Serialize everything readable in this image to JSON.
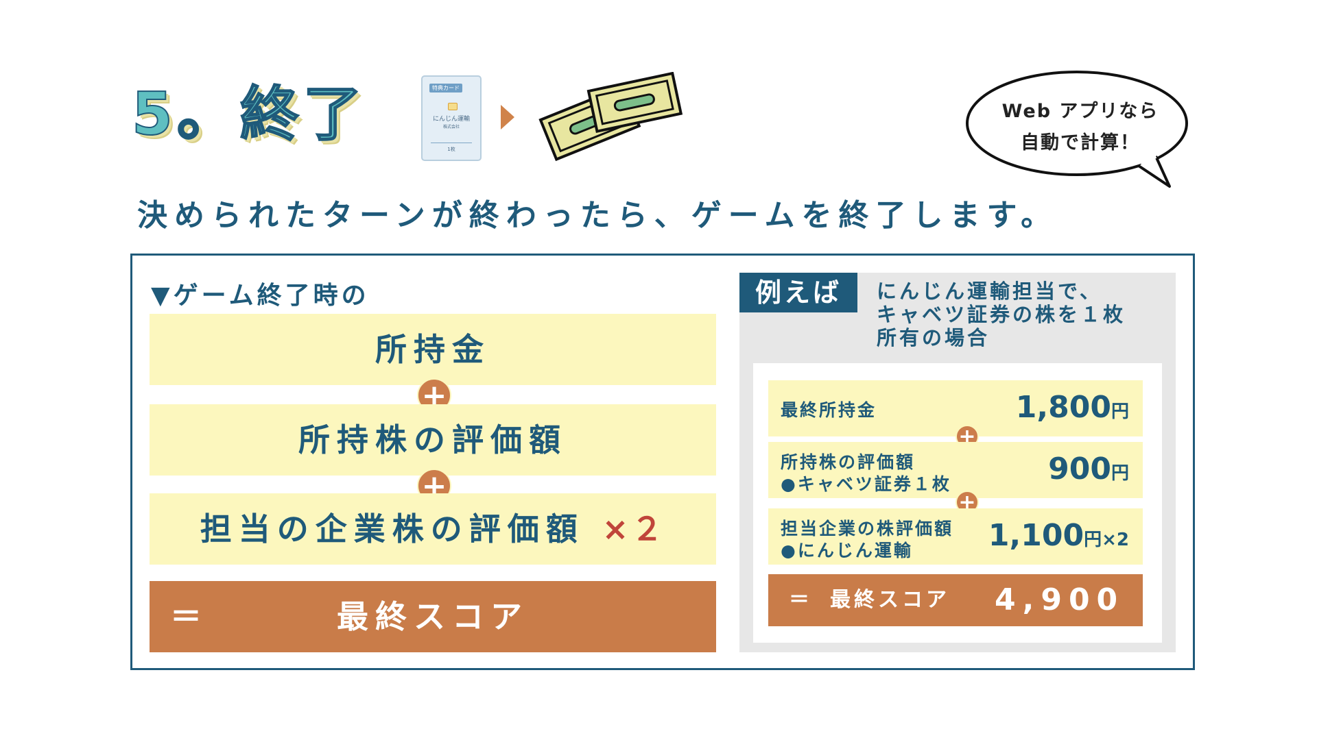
{
  "title": "5。終了",
  "card": {
    "header": "特典カード",
    "company": "にんじん運輸",
    "company_sub": "株式会社",
    "count": "1枚"
  },
  "bubble": {
    "line1": "Web アプリなら",
    "line2": "自動で計算！"
  },
  "subtitle": "決められたターンが終わったら、ゲームを終了します。",
  "formula": {
    "heading": "▼ゲーム終了時の",
    "items": [
      "所持金",
      "所持株の評価額",
      "担当の企業株の評価額"
    ],
    "multiplier": "×２",
    "plus": "+",
    "equals": "＝",
    "result": "最終スコア"
  },
  "example": {
    "tag": "例えば",
    "desc": [
      "にんじん運輸担当で、",
      "キャベツ証券の株を１枚",
      "所有の場合"
    ],
    "rows": [
      {
        "label1": "最終所持金",
        "label2": "",
        "value": "1,800",
        "unit": "円"
      },
      {
        "label1": "所持株の評価額",
        "label2": "●キャベツ証券１枚",
        "value": "900",
        "unit": "円"
      },
      {
        "label1": "担当企業の株評価額",
        "label2": "●にんじん運輸",
        "value": "1,100",
        "unit": "円×2"
      }
    ],
    "result_equals": "＝",
    "result_label": "最終スコア",
    "result_value": "4,900"
  },
  "colors": {
    "teal_title": "#5fbfc1",
    "navy": "#1f5a7a",
    "yellow_band": "#fcf7be",
    "orange": "#c97c49",
    "times_red": "#c0453a"
  }
}
